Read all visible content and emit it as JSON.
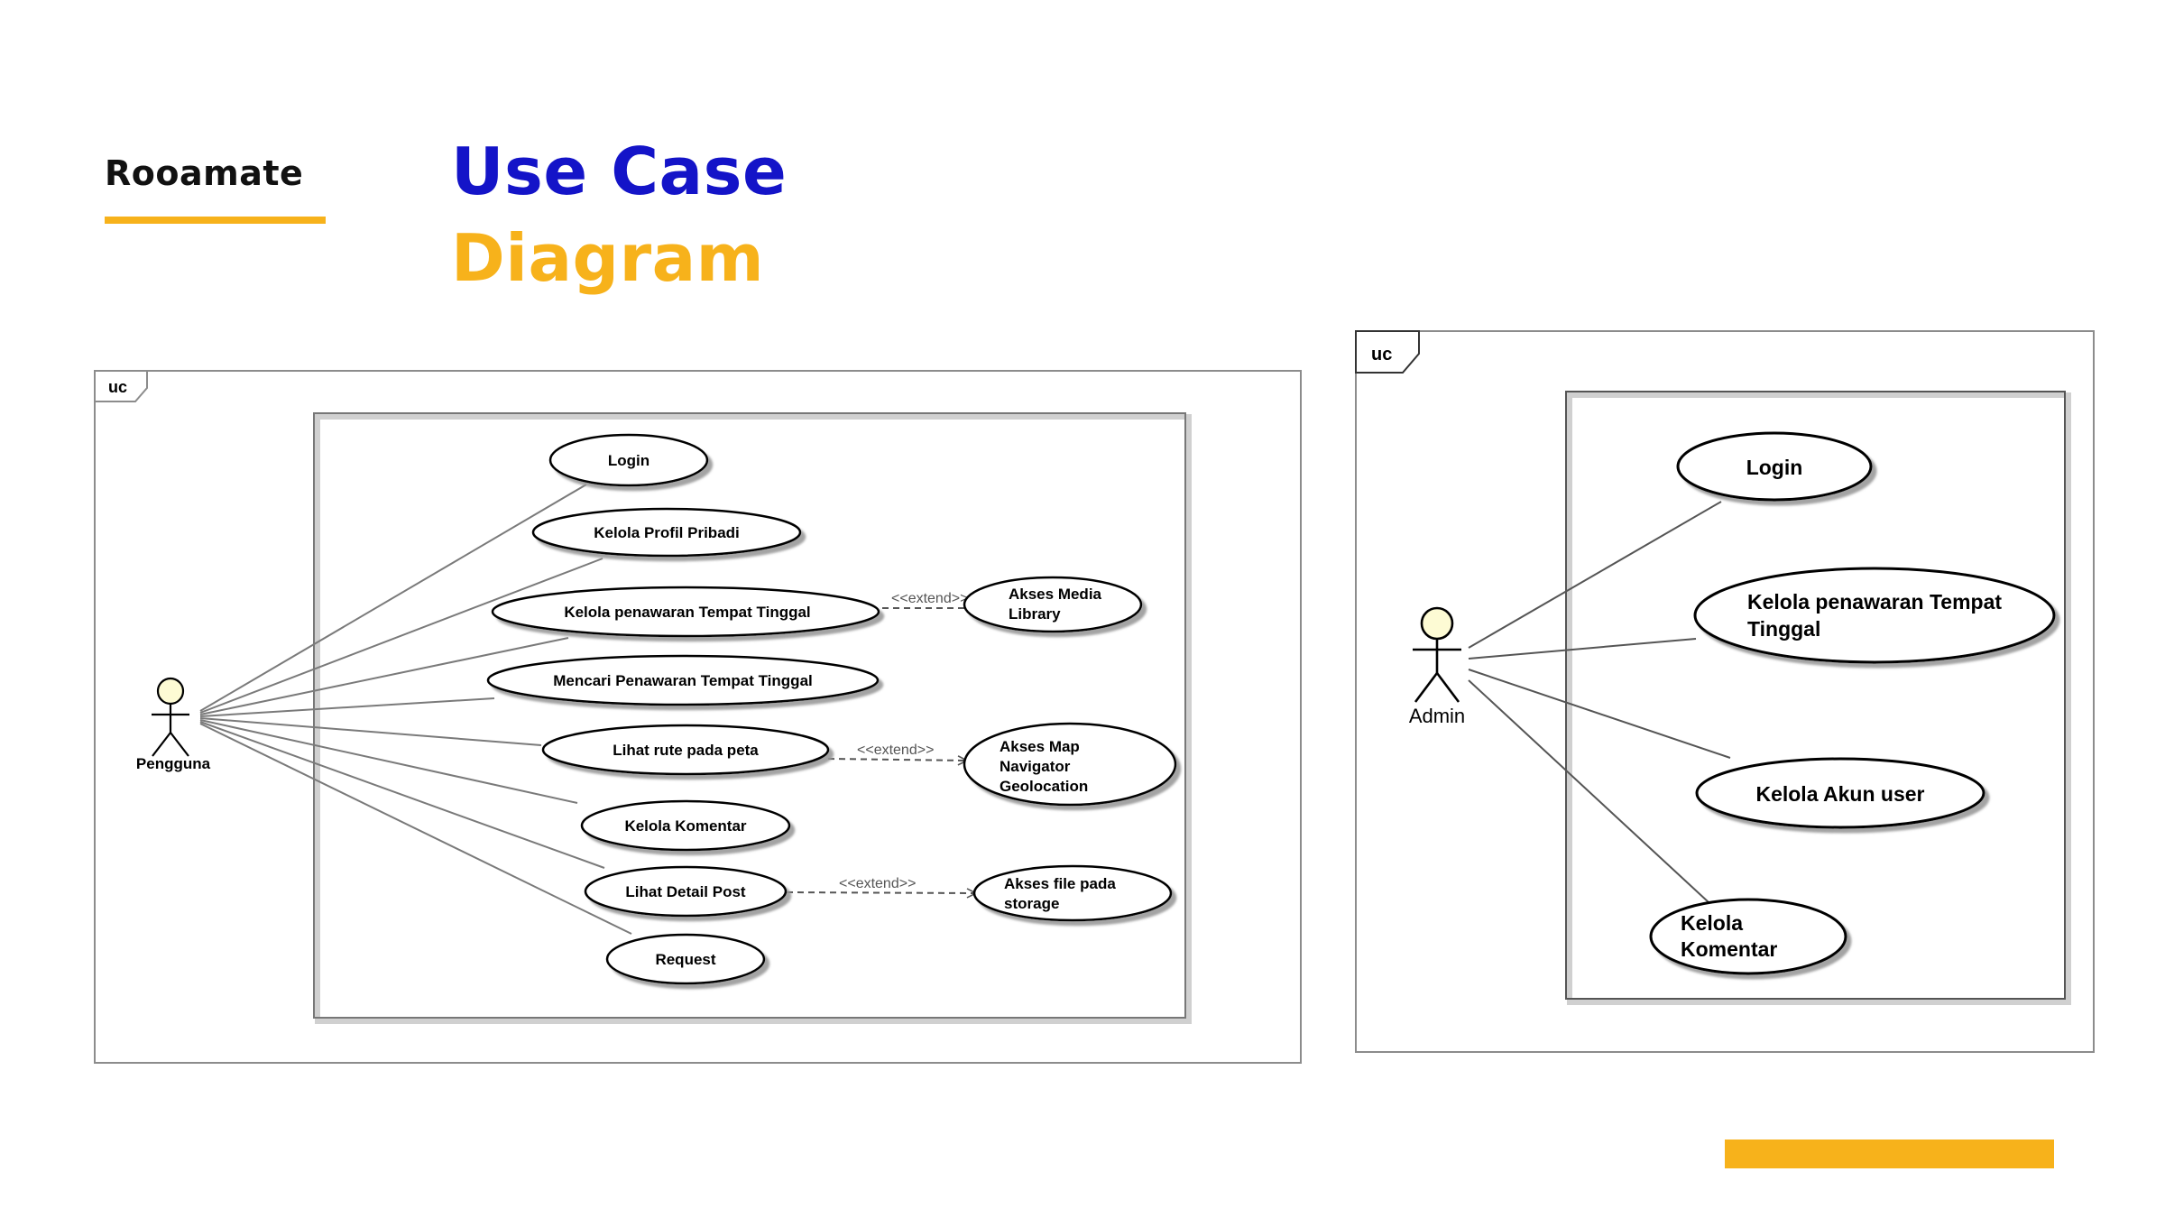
{
  "header": {
    "brand": "Rooamate",
    "title_line1": "Use Case",
    "title_line2": "Diagram"
  },
  "colors": {
    "blue": "#1414c8",
    "yellow": "#f7b21b",
    "actor_head": "#fdfbd4"
  },
  "diagram_left": {
    "frame_label": "uc",
    "actor": "Pengguna",
    "use_cases": [
      "Login",
      "Kelola Profil Pribadi",
      "Kelola penawaran Tempat Tinggal",
      "Mencari Penawaran Tempat Tinggal",
      "Lihat rute pada peta",
      "Kelola Komentar",
      "Lihat Detail Post",
      "Request"
    ],
    "extensions": [
      {
        "from": "Kelola penawaran Tempat Tinggal",
        "label": "<<extend>>",
        "target": [
          "Akses Media",
          "Library"
        ]
      },
      {
        "from": "Lihat rute pada peta",
        "label": "<<extend>>",
        "target": [
          "Akses Map",
          "Navigator",
          "Geolocation"
        ]
      },
      {
        "from": "Lihat Detail Post",
        "label": "<<extend>>",
        "target": [
          "Akses file pada",
          "storage"
        ]
      }
    ]
  },
  "diagram_right": {
    "frame_label": "uc",
    "actor": "Admin",
    "use_cases": [
      [
        "Login"
      ],
      [
        "Kelola penawaran Tempat",
        "Tinggal"
      ],
      [
        "Kelola Akun user"
      ],
      [
        "Kelola",
        "Komentar"
      ]
    ]
  }
}
